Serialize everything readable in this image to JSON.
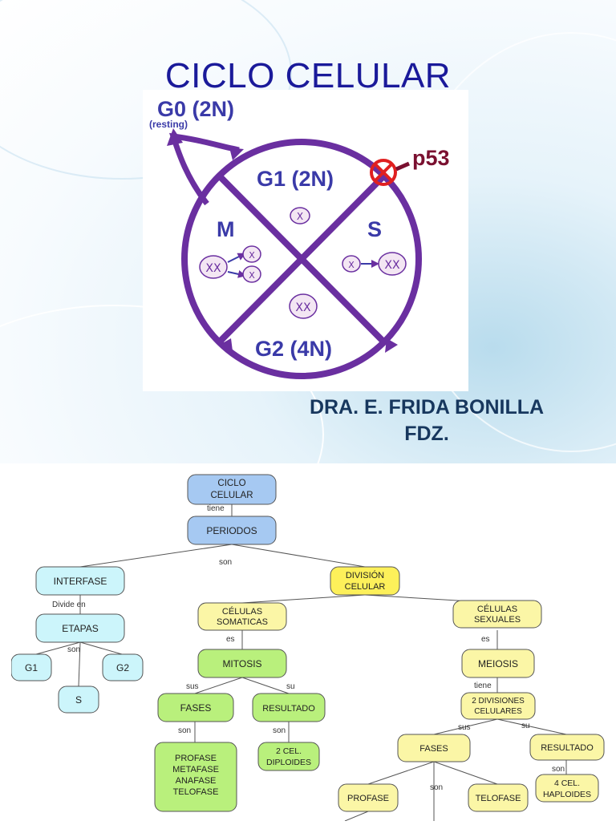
{
  "slide": {
    "title": "CICLO CELULAR",
    "author_line1": "DRA. E. FRIDA BONILLA",
    "author_line2": "FDZ."
  },
  "cycle": {
    "g0": "G0 (2N)",
    "g0_note": "(resting)",
    "g1": "G1 (2N)",
    "s": "S",
    "g2": "G2 (4N)",
    "m": "M",
    "checkpoint": "p53",
    "colors": {
      "ring": "#6a2fa0",
      "label": "#3a3aa8",
      "checkpoint": "#7a1030",
      "x_mark": "#e02020"
    }
  },
  "concept_map": {
    "nodes": {
      "ciclo": "CICLO CELULAR",
      "periodos": "PERIODOS",
      "interfase": "INTERFASE",
      "division": "DIVISIÓN CELULAR",
      "etapas": "ETAPAS",
      "g1": "G1",
      "g2": "G2",
      "s": "S",
      "somaticas": "CÉLULAS SOMATICAS",
      "sexuales": "CÉLULAS SEXUALES",
      "mitosis": "MITOSIS",
      "meiosis": "MEIOSIS",
      "fases_mit": "FASES",
      "resultado_mit": "RESULTADO",
      "fases_list": [
        "PROFASE",
        "METAFASE",
        "ANAFASE",
        "TELOFASE"
      ],
      "diploides": "2 CEL. DIPLOIDES",
      "dos_div": "2 DIVISIONES CELULARES",
      "fases_mei": "FASES",
      "resultado_mei": "RESULTADO",
      "haploides": "4 CEL. HAPLOIDES",
      "profase": "PROFASE",
      "telofase": "TELOFASE"
    },
    "links": {
      "tiene": "tiene",
      "son_periodos": "son",
      "divide_en": "Divide en",
      "son_etapas": "son",
      "es_som": "es",
      "es_sex": "es",
      "sus_mit": "sus",
      "su_mit": "su",
      "son_fases_mit": "son",
      "son_res_mit": "son",
      "tiene_mei": "tiene",
      "sus_mei": "sus",
      "su_mei": "su",
      "son_res_mei": "son",
      "son_fases_mei": "son"
    },
    "colors": {
      "blue": "#a6c9f2",
      "cyan": "#ccf5fb",
      "yellow": "#fdf05a",
      "lightyellow": "#fbf6a6",
      "green": "#b9f07c",
      "stroke": "#555555"
    }
  }
}
